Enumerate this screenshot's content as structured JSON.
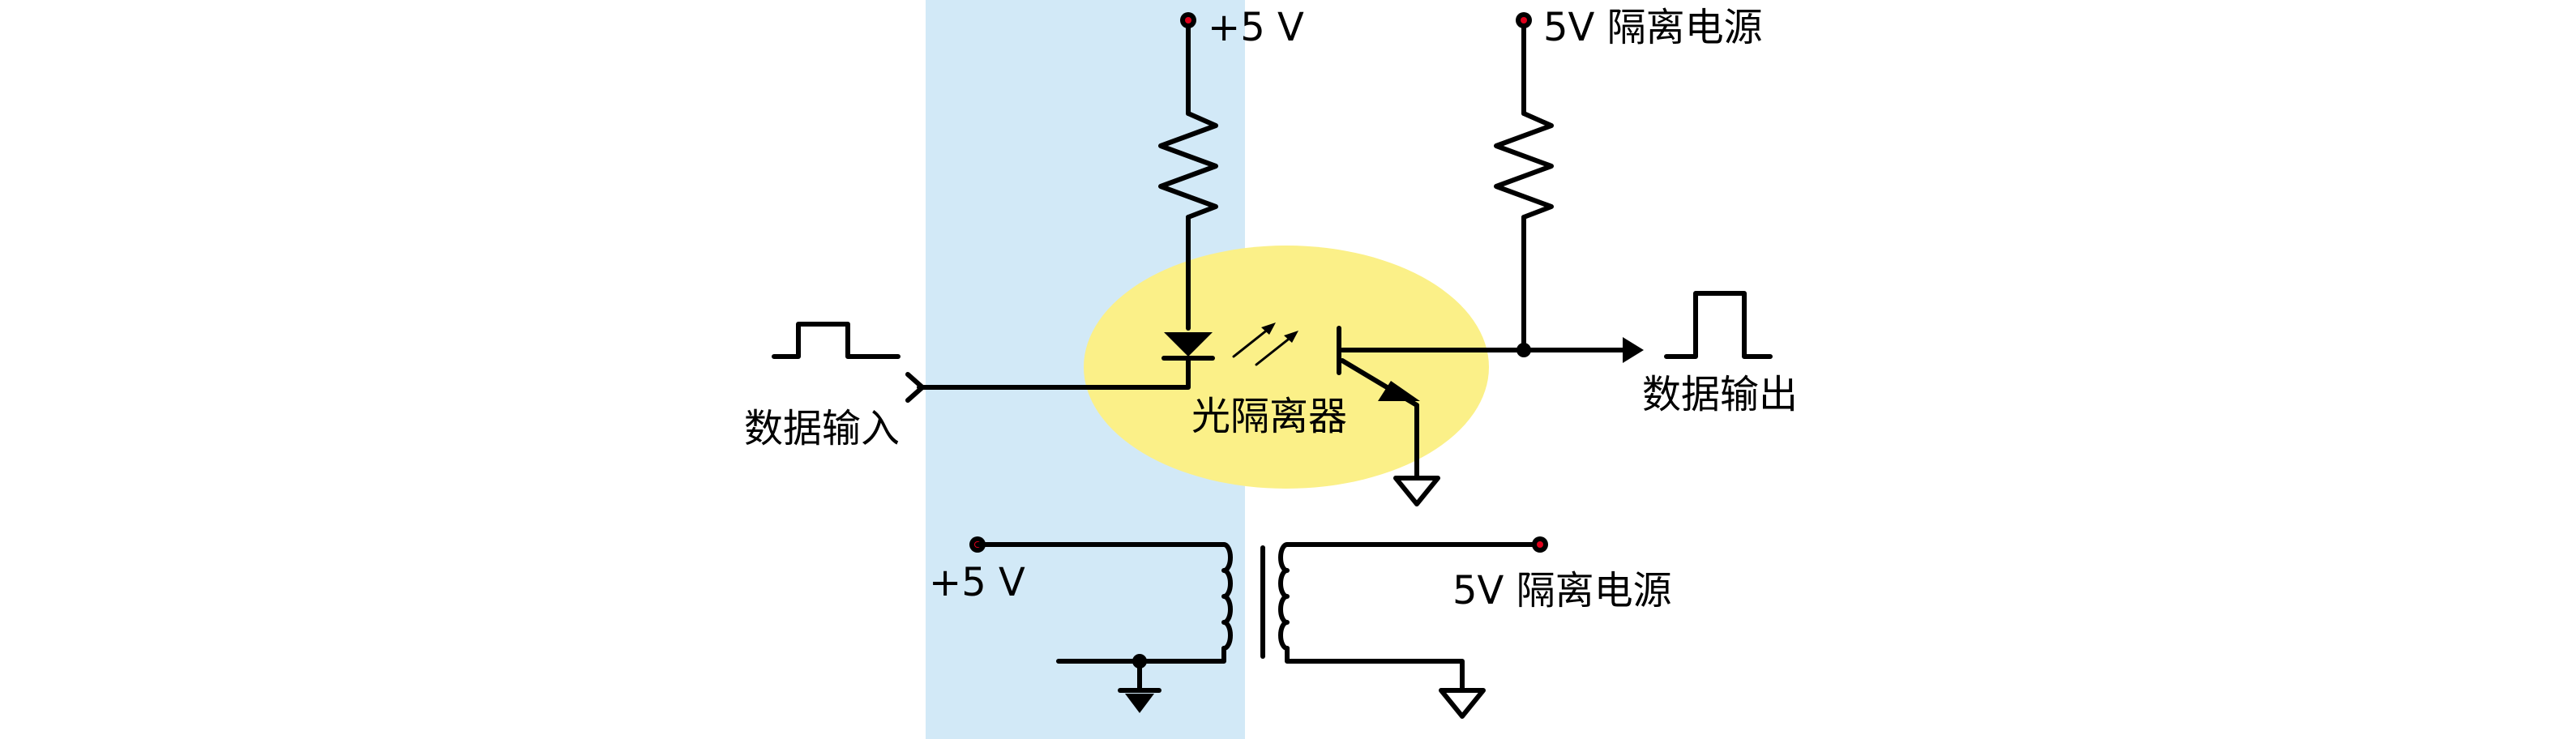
{
  "labels": {
    "supply_top_left": "+5 V",
    "supply_top_right": "5V 隔离电源",
    "data_in": "数据输入",
    "data_out": "数据输出",
    "optoisolator": "光隔离器",
    "supply_bottom_left": "+5 V",
    "supply_bottom_right": "5V 隔离电源"
  },
  "colors": {
    "isolation_band": "#d2e9f7",
    "optoisolator_fill": "#fbf088",
    "terminal_dot": "#e0001b",
    "wire": "#000000"
  }
}
